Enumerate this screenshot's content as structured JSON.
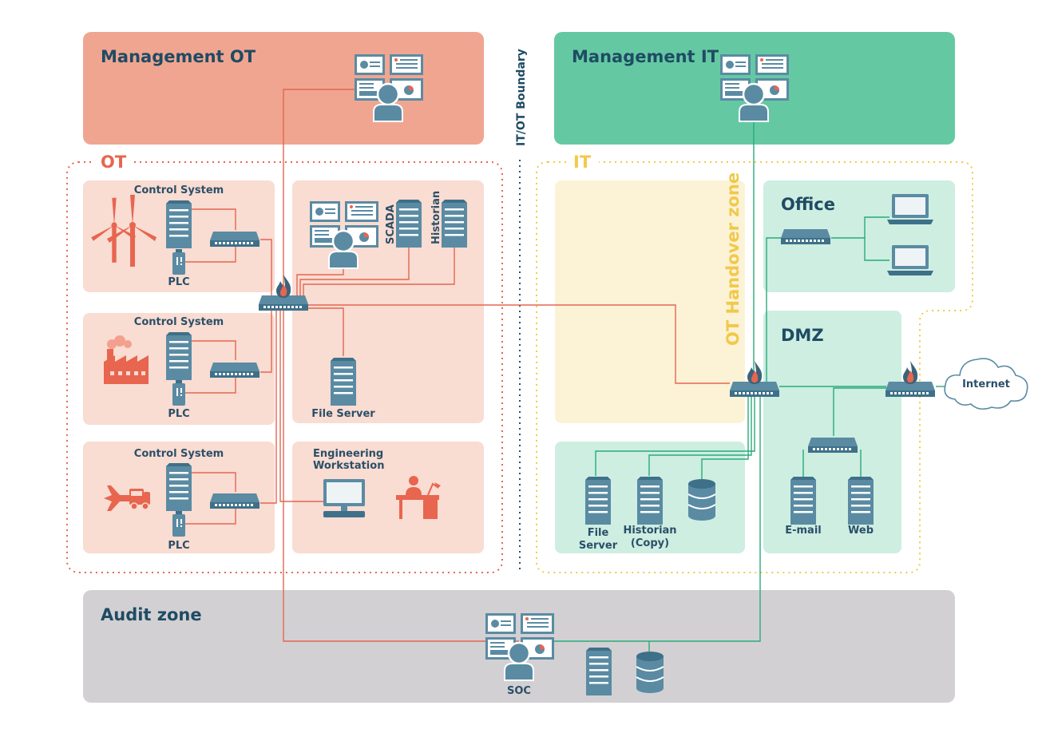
{
  "zones": {
    "mgmt_ot": "Management OT",
    "mgmt_it": "Management IT",
    "boundary": "IT/OT Boundary",
    "ot": "OT",
    "it": "IT",
    "handover": "OT Handover zone",
    "office": "Office",
    "dmz": "DMZ",
    "audit": "Audit zone"
  },
  "labels": {
    "control_system_1": "Control System",
    "control_system_2": "Control System",
    "control_system_3": "Control System",
    "plc_1": "PLC",
    "plc_2": "PLC",
    "plc_3": "PLC",
    "scada": "SCADA",
    "historian": "Historian",
    "file_server_ot": "File Server",
    "eng_ws_line1": "Engineering",
    "eng_ws_line2": "Workstation",
    "internet": "Internet",
    "file_server_it_line1": "File",
    "file_server_it_line2": "Server",
    "historian_copy_line1": "Historian",
    "historian_copy_line2": "(Copy)",
    "email": "E-mail",
    "web": "Web",
    "soc": "SOC"
  },
  "colors": {
    "mgmt_ot_bg": "#f0a591",
    "mgmt_it_bg": "#64c9a3",
    "ot_cell_bg": "#f9dcd2",
    "it_cell_bg": "#cdeee1",
    "handover_bg": "#fcf2d6",
    "audit_bg": "#d2d0d3",
    "ot_accent": "#e8654f",
    "it_accent": "#f3c94a",
    "handover_text": "#f0c94a",
    "dark_text": "#1f4b63",
    "device": "#5a8ba3",
    "ot_line": "#e46652",
    "it_line": "#2aaa7b"
  }
}
